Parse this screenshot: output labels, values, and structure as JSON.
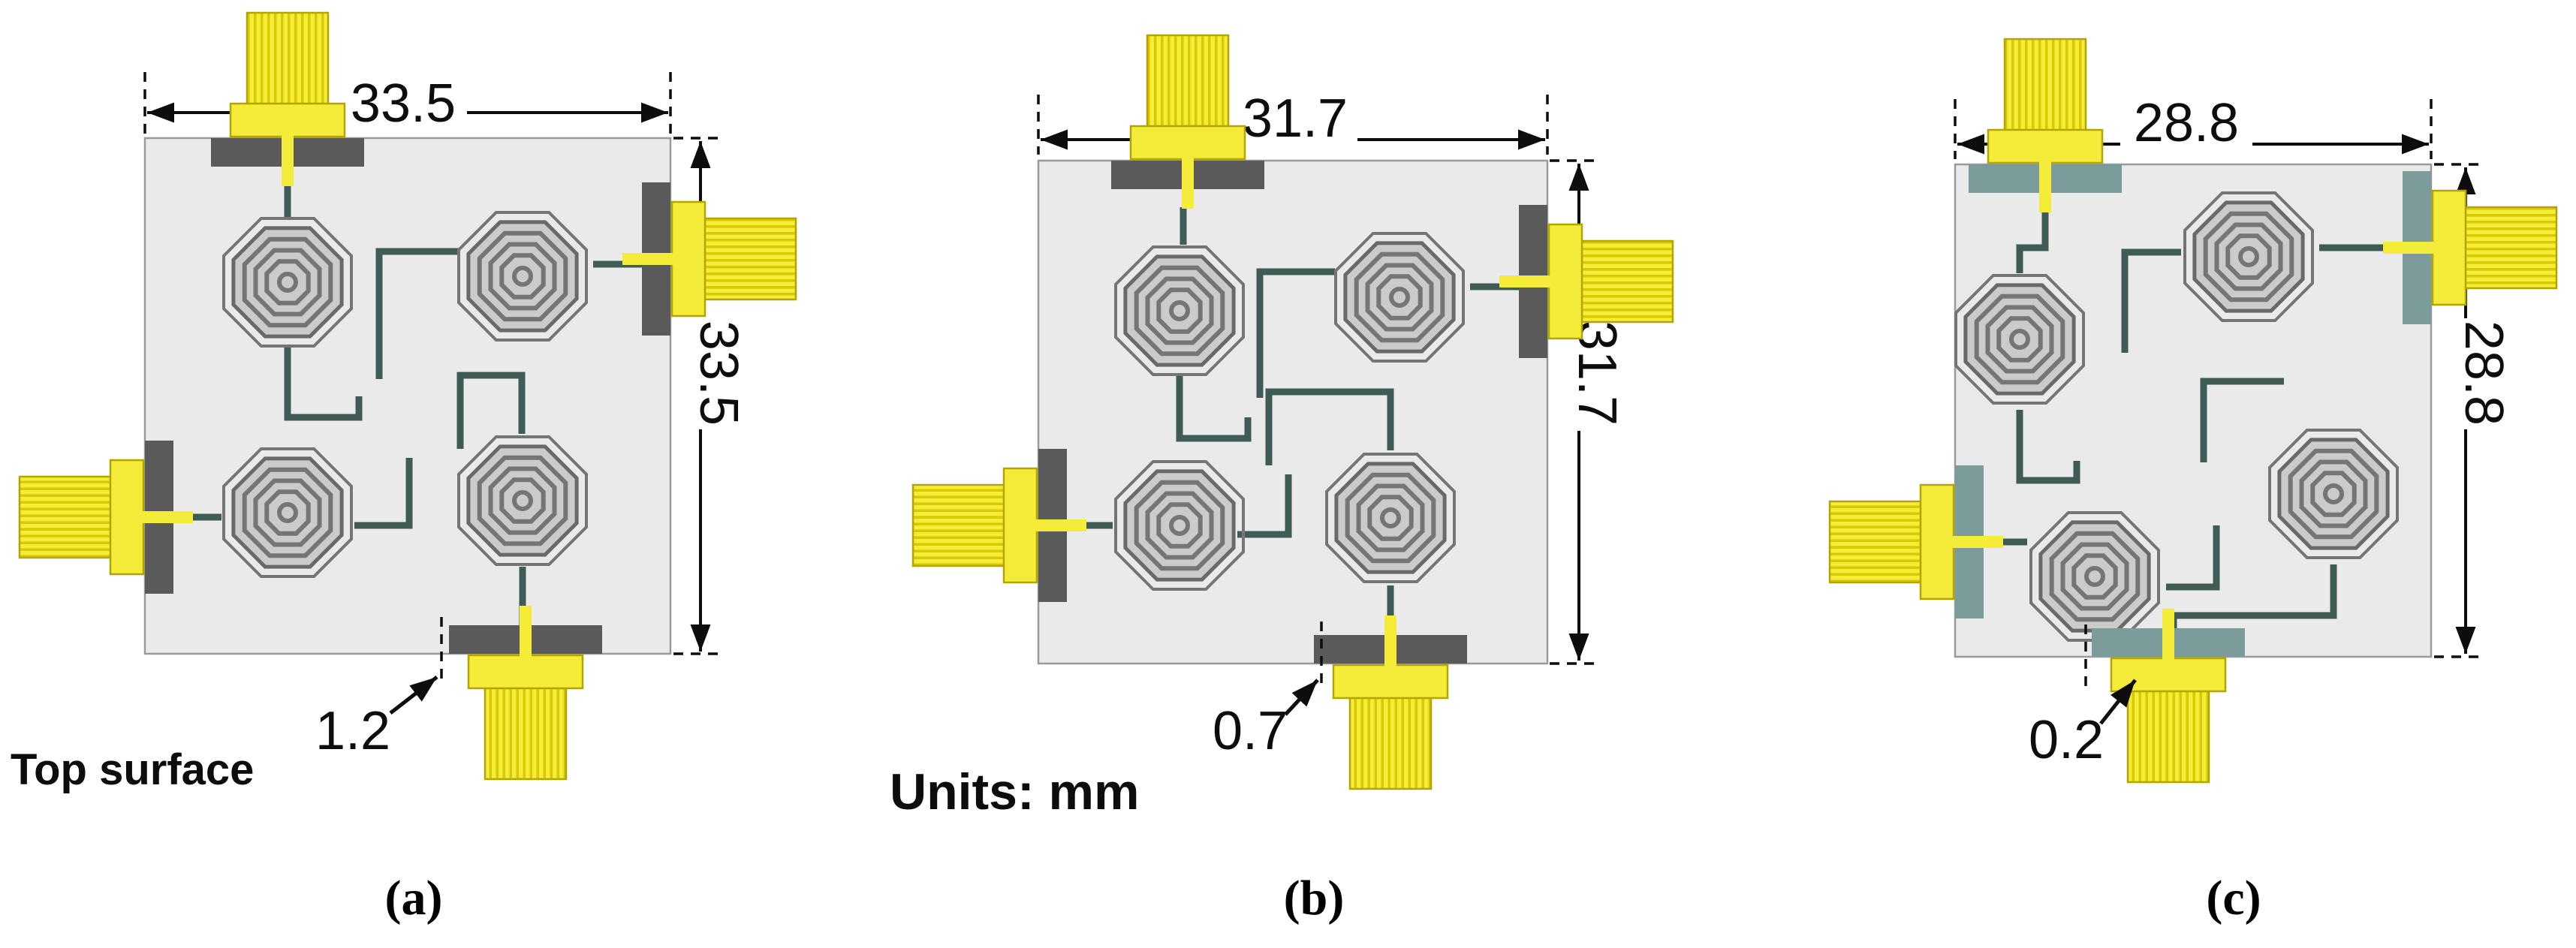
{
  "figure": {
    "surface_note": "Top surface",
    "units_note": "Units: mm",
    "colors": {
      "connector_yellow": "#f4ec39",
      "connector_stripe": "#d9c900",
      "connector_outline": "#b3a500",
      "flange_dark": "#5a5a5a",
      "flange_teal": "#7b9c9a",
      "board": "#eaeaea",
      "board_edge": "#9a9a9a",
      "resonator_fill": "#cbcbca",
      "resonator_line": "#757575",
      "trace": "#3f5b55",
      "dimension": "#0d0d0d"
    },
    "panels": [
      {
        "label": "(a)",
        "top_dim": "33.5",
        "side_dim": "33.5",
        "thickness_dim": "1.2"
      },
      {
        "label": "(b)",
        "top_dim": "31.7",
        "side_dim": "31.7",
        "thickness_dim": "0.7"
      },
      {
        "label": "(c)",
        "top_dim": "28.8",
        "side_dim": "28.8",
        "thickness_dim": "0.2"
      }
    ]
  }
}
